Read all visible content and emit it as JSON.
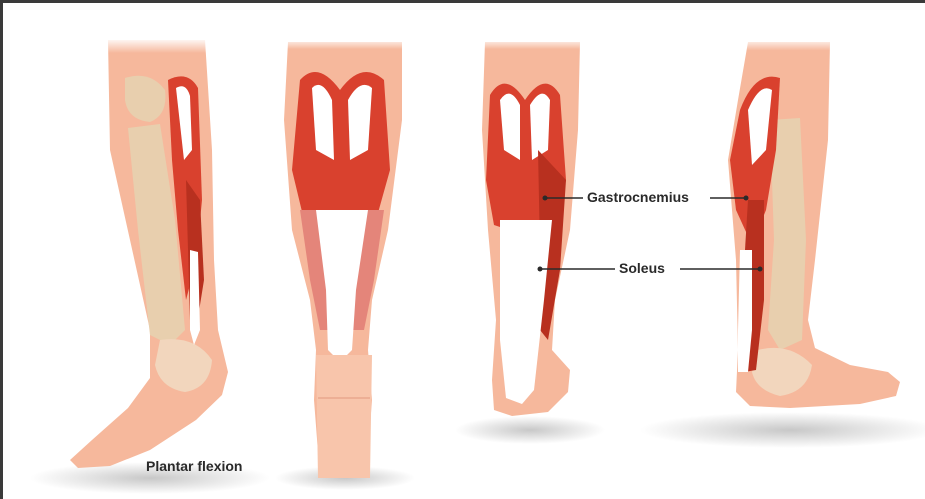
{
  "labels": {
    "gastrocnemius": "Gastrocnemius",
    "soleus": "Soleus",
    "plantar_flexion": "Plantar flexion"
  },
  "colors": {
    "skin": "#f6b89c",
    "skin_light": "#fbd3bf",
    "bone": "#e8cfae",
    "muscle": "#d9412e",
    "muscle_dark": "#b8301f",
    "tendon": "#ffffff",
    "label": "#2a2a2a",
    "border": "#3a3a3a"
  }
}
